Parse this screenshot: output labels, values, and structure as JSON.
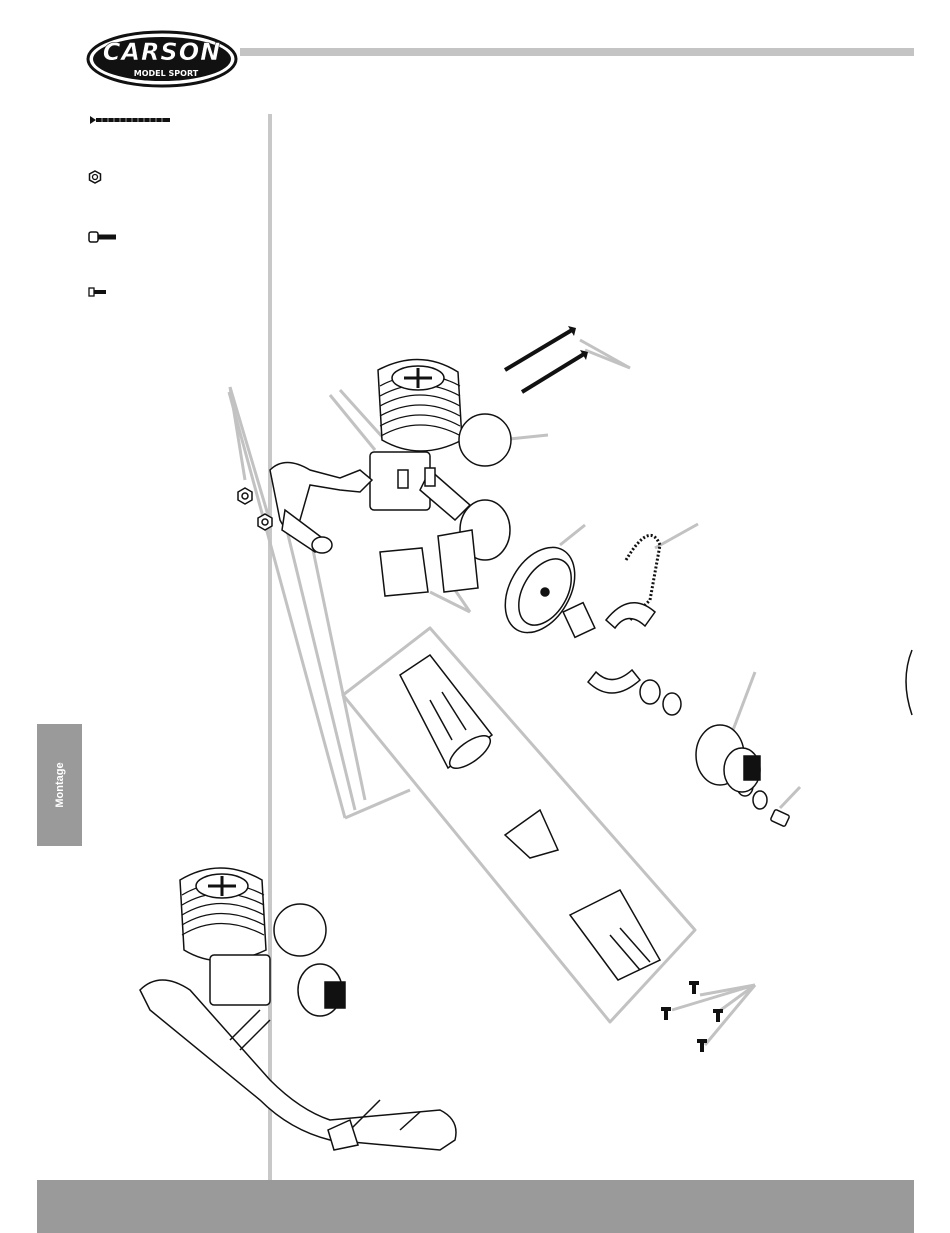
{
  "header": {
    "logo_text": "CARSON",
    "logo_subtext": "MODEL SPORT",
    "accent_color": "#c4c4c4"
  },
  "side_tab": {
    "label": "Montage",
    "color": "#9a9a9a"
  },
  "parts_list": {
    "items": [
      {
        "icon": "long-screw-icon"
      },
      {
        "icon": "nut-icon"
      },
      {
        "icon": "cap-screw-icon"
      },
      {
        "icon": "short-screw-icon"
      }
    ]
  },
  "illustration": {
    "subject": "engine-assembly-exploded-view"
  },
  "footer": {
    "color": "#9a9a9a"
  }
}
